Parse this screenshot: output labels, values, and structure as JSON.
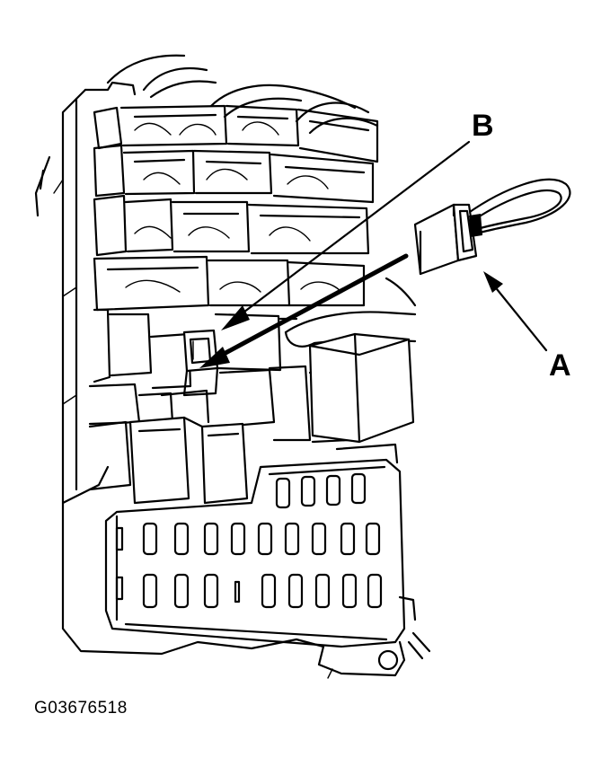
{
  "callouts": {
    "a": "A",
    "b": "B"
  },
  "figure_id": "G03676518",
  "icons": {
    "fuse_box": "fuse-box-drawing",
    "jumper_connector": "jumper-wire-connector",
    "service_connector": "service-check-connector"
  }
}
